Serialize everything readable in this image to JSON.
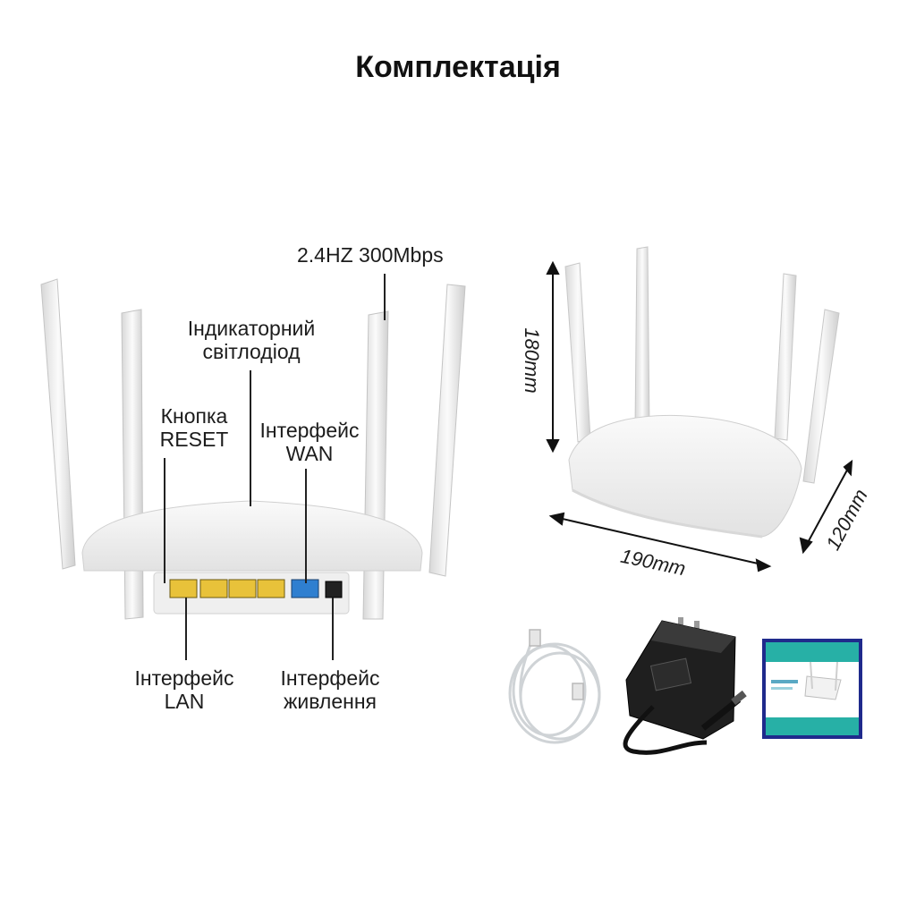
{
  "title": "Комплектація",
  "labels": {
    "freq": "2.4HZ 300Mbps",
    "led_line1": "Індикаторний",
    "led_line2": "світлодіод",
    "reset_line1": "Кнопка",
    "reset_line2": "RESET",
    "wan_line1": "Інтерфейс",
    "wan_line2": "WAN",
    "lan_line1": "Інтерфейс",
    "lan_line2": "LAN",
    "power_line1": "Інтерфейс",
    "power_line2": "живлення"
  },
  "dimensions": {
    "height": "180mm",
    "width": "190mm",
    "depth": "120mm"
  },
  "colors": {
    "lan_port": "#e8c23a",
    "wan_port": "#2f7fd0",
    "box_accent": "#27b0a6",
    "box_frame": "#1f2a8c"
  },
  "icons": [
    "router-back-view",
    "router-front-view",
    "ethernet-cable",
    "power-adapter",
    "product-box"
  ]
}
